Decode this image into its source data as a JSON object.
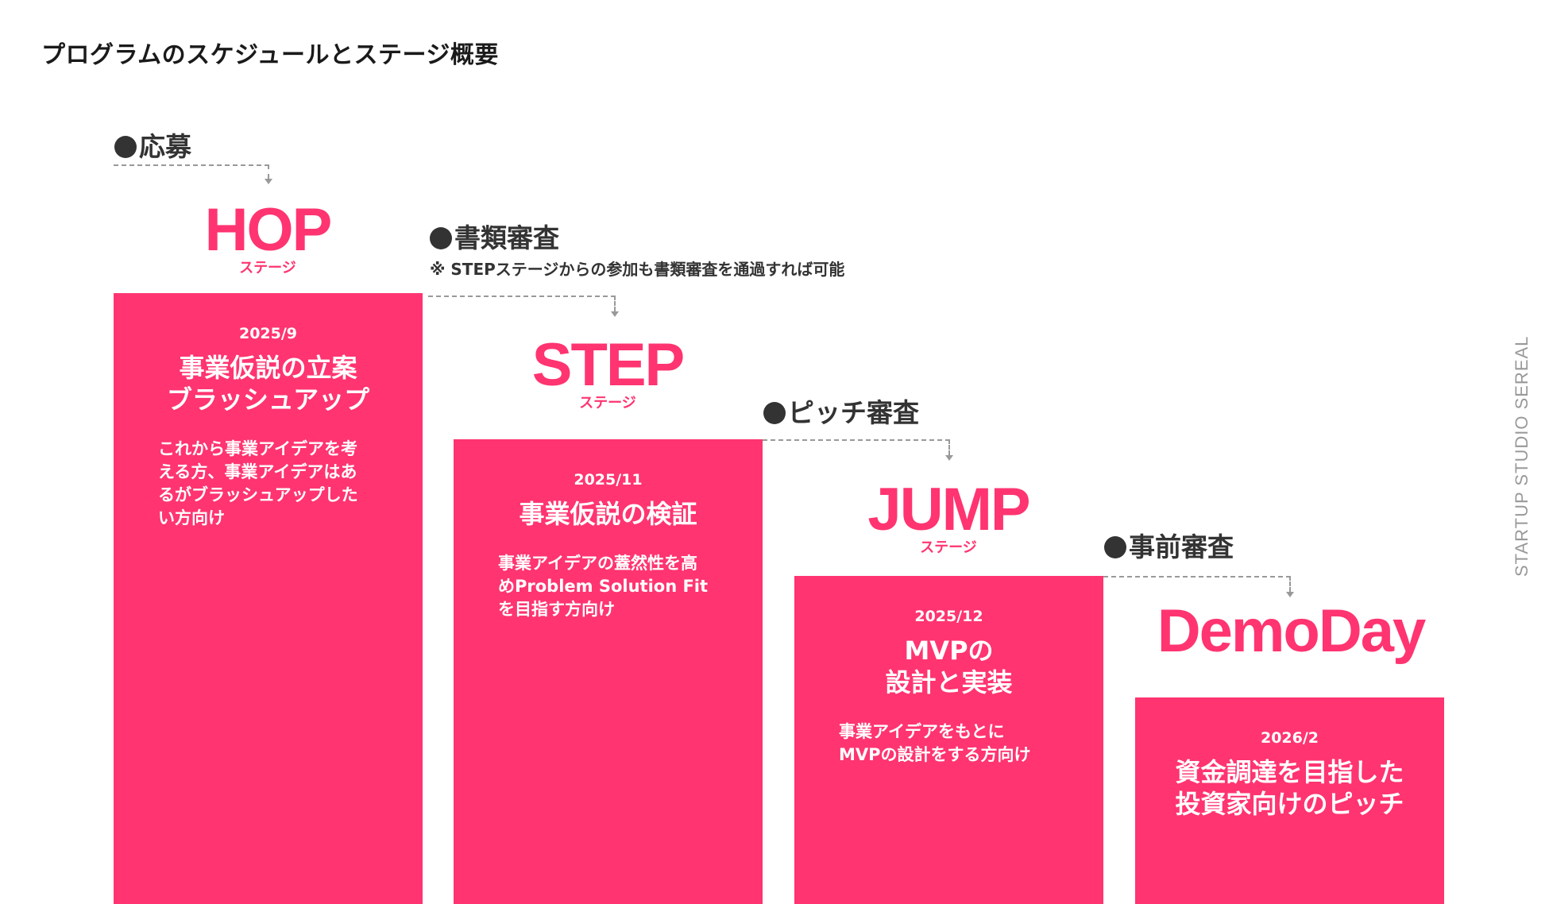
{
  "page": {
    "title": "プログラムのスケジュールとステージ概要",
    "side_text": "STARTUP STUDIO SEREAL",
    "accent_color": "#ff3470"
  },
  "milestones": {
    "apply": "応募",
    "document_review": "書類審査",
    "document_review_note": "※ STEPステージからの参加も書類審査を通過すれば可能",
    "pitch_review": "ピッチ審査",
    "pre_review": "事前審査"
  },
  "stages": {
    "hop": {
      "logo": "HOP",
      "logo_sub": "ステージ",
      "date": "2025/9",
      "heading": [
        "事業仮説の立案",
        "ブラッシュアップ"
      ],
      "desc": [
        "これから事業アイデアを考",
        "える方、事業アイデアはあ",
        "るがブラッシュアップした",
        "い方向け"
      ]
    },
    "step": {
      "logo": "STEP",
      "logo_sub": "ステージ",
      "date": "2025/11",
      "heading": [
        "事業仮説の検証"
      ],
      "desc": [
        "事業アイデアの蓋然性を高",
        "めProblem Solution Fit",
        "を目指す方向け"
      ]
    },
    "jump": {
      "logo": "JUMP",
      "logo_sub": "ステージ",
      "date": "2025/12",
      "heading": [
        "MVPの",
        "設計と実装"
      ],
      "desc": [
        "事業アイデアをもとに",
        "MVPの設計をする方向け"
      ]
    },
    "demoday": {
      "logo": "DemoDay",
      "date": "2026/2",
      "heading": [
        "資金調達を目指した",
        "投資家向けのピッチ"
      ]
    }
  }
}
